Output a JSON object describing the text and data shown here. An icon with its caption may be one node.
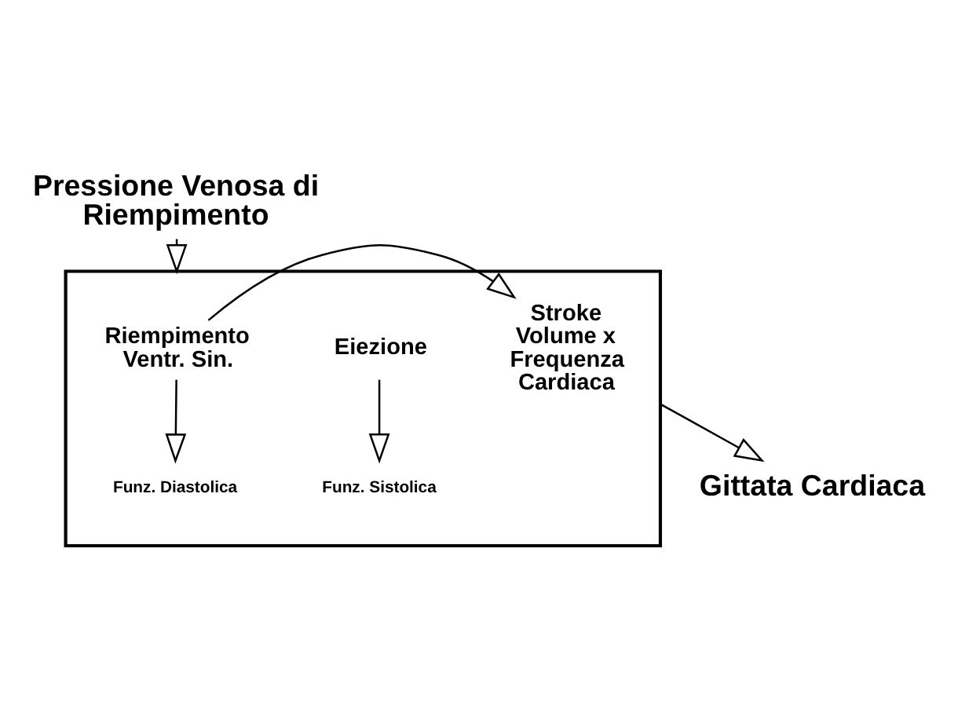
{
  "diagram": {
    "nodes": [
      {
        "text": [
          "Pressione Venosa di Riempimento"
        ]
      },
      {
        "text": [],
        "shape": "box"
      },
      {
        "text": [
          "Riempimento Ventr. Sin."
        ],
        "in": 1
      },
      {
        "text": [
          "Funz. Diastolica"
        ],
        "in": 1
      },
      {
        "text": [
          "Eiezione"
        ],
        "in": 1
      },
      {
        "text": [
          "Funz. Sistolica"
        ],
        "in": 1
      },
      {
        "text": [
          "Stroke Volume x Frequenza Cardiaca"
        ],
        "in": 1
      },
      {
        "text": [
          "Gittata Cardiaca"
        ]
      }
    ],
    "edges": [
      {
        "from": 0,
        "to": 1,
        "arrow": "to"
      },
      {
        "from": 2,
        "to": 3,
        "arrow": "to"
      },
      {
        "from": 2,
        "to": 6,
        "arrow": "to"
      },
      {
        "from": 4,
        "to": 5,
        "arrow": "to"
      },
      {
        "from": 1,
        "to": 7,
        "arrow": "to"
      }
    ]
  }
}
